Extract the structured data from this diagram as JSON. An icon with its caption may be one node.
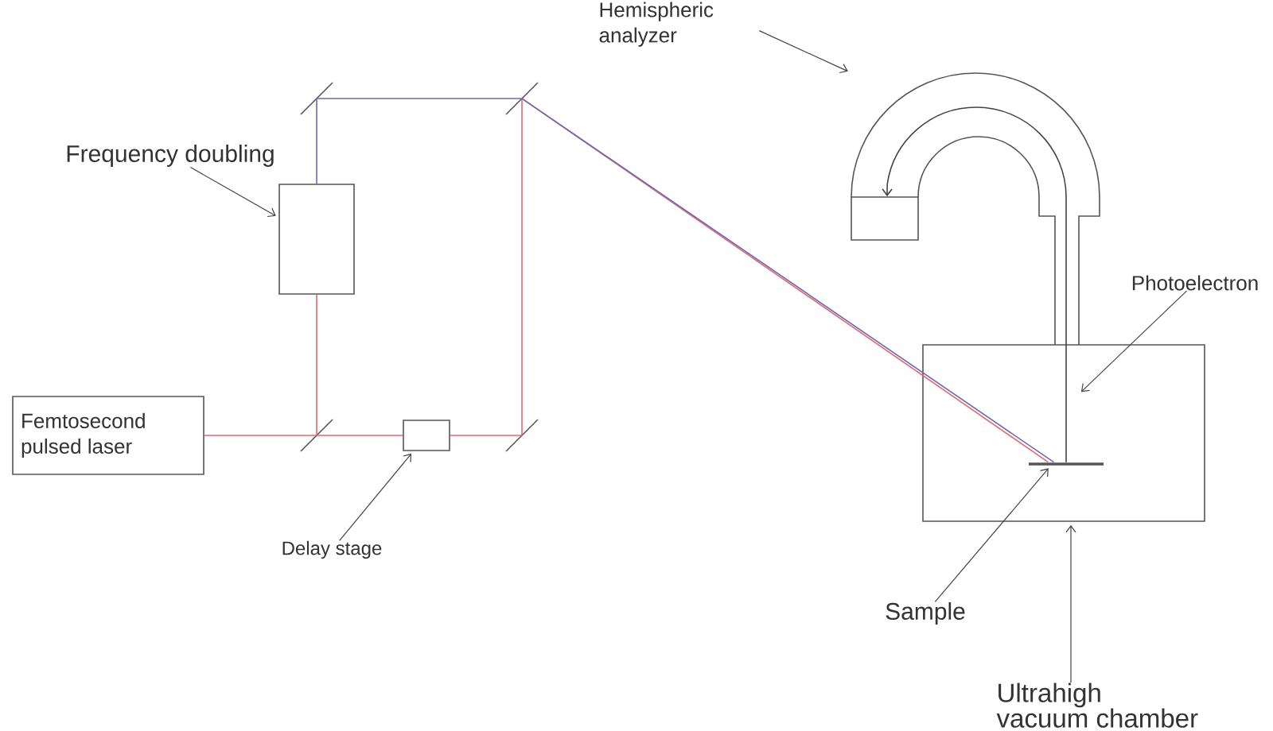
{
  "diagram": {
    "nodes": [
      {
        "text": [
          "Femtosecond pulsed laser"
        ]
      },
      {
        "text": [
          "Frequency doubling"
        ]
      },
      {
        "text": [],
        "shape": "box"
      },
      {
        "text": [],
        "shape": "line"
      },
      {
        "text": [],
        "shape": "line"
      },
      {
        "text": [],
        "shape": "line"
      },
      {
        "text": [],
        "shape": "line"
      },
      {
        "text": [],
        "shape": "box"
      },
      {
        "text": [
          "Delay stage"
        ]
      },
      {
        "text": [
          "Hemispheric analyzer"
        ]
      },
      {
        "text": [],
        "shape": "picture"
      },
      {
        "text": [],
        "shape": "box",
        "in": 10
      },
      {
        "text": [
          "Photoelectron"
        ]
      },
      {
        "text": [],
        "shape": "box"
      },
      {
        "text": [],
        "shape": "bar",
        "in": 13
      },
      {
        "text": [
          "Sample"
        ]
      },
      {
        "text": [
          "Ultrahigh vacuum chamber"
        ]
      }
    ],
    "edges": [
      {
        "from": 0,
        "to": 3,
        "arrow": "none",
        "color": "#e8646e"
      },
      {
        "from": 3,
        "to": 2,
        "arrow": "none",
        "color": "#e8646e"
      },
      {
        "from": 2,
        "to": 4,
        "arrow": "none",
        "color": "#6a6ab4"
      },
      {
        "from": 4,
        "to": 5,
        "arrow": "none",
        "color": "#6a6ab4"
      },
      {
        "from": 3,
        "to": 7,
        "arrow": "none",
        "color": "#e8646e"
      },
      {
        "from": 7,
        "to": 6,
        "arrow": "none",
        "color": "#e8646e"
      },
      {
        "from": 6,
        "to": 5,
        "arrow": "none",
        "color": "#e8646e"
      },
      {
        "from": 5,
        "to": 14,
        "arrow": "none",
        "color": "#e8646e"
      },
      {
        "from": 5,
        "to": 14,
        "arrow": "none",
        "color": "#6a6ab4"
      },
      {
        "from": 14,
        "to": 11,
        "arrow": "to"
      },
      {
        "from": 1,
        "to": 2,
        "arrow": "to"
      },
      {
        "from": 8,
        "to": 7,
        "arrow": "to"
      },
      {
        "from": 9,
        "to": 10,
        "arrow": "to"
      },
      {
        "from": 12,
        "to": null,
        "arrow": "to"
      },
      {
        "from": 15,
        "to": 14,
        "arrow": "to"
      },
      {
        "from": 16,
        "to": 13,
        "arrow": "to"
      }
    ]
  }
}
